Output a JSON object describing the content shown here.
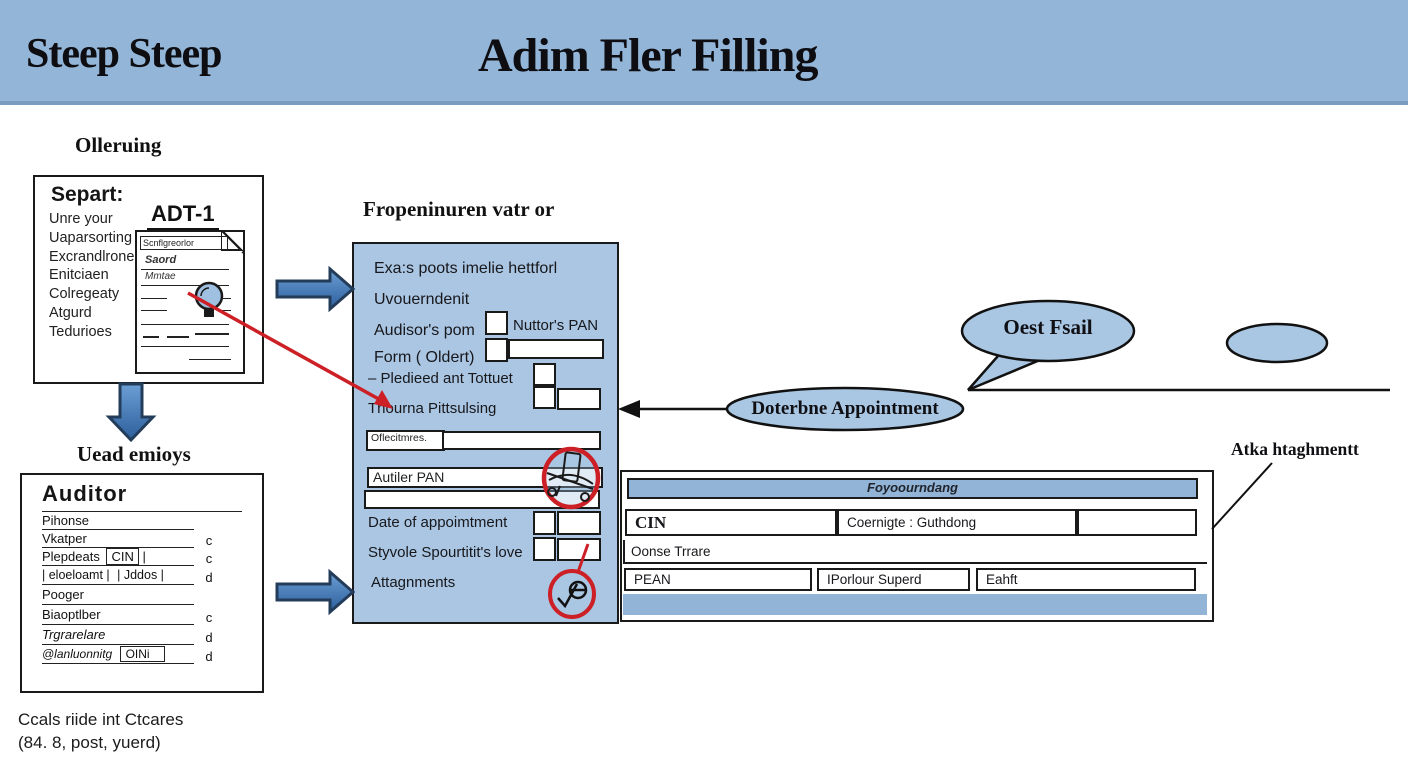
{
  "header": {
    "left_title": "Steep Steep",
    "main_title": "Adim Fler Filling"
  },
  "left_top": {
    "heading": "Olleruing",
    "box": {
      "title": "Separt:",
      "items": [
        "Unre your",
        "Uaparsorting",
        "Excrandlrone",
        "Enitciaen",
        "Colregeaty",
        "Atgurd",
        "Tedurioes"
      ],
      "doc_title": "ADT-1",
      "doc_label": "Scnflgreorlor",
      "doc_line1": "Saord",
      "doc_line2": "Mmtae"
    }
  },
  "form": {
    "heading": "Fropeninuren vatr or",
    "line1": "Exa:s poots imelie hettforl",
    "line2": "Uvouerndenit",
    "auditors_pom": "Audisor's pom",
    "nuttors_pan": "Nuttor's PAN",
    "form_oldert": "Form ( Oldert)",
    "pledieed": "– Pledieed ant Tottuet",
    "thourna": "Thourna Pittsulsing",
    "oflecitmres": "Oflecitmres.",
    "autiler_pan": "Autiler PAN",
    "date_of_appointment": "Date of appoimtment",
    "styvole": "Styvole Spourtitit's love",
    "attagnments": "Attagnments"
  },
  "left_bottom": {
    "heading": "Uead emioys",
    "box": {
      "title": "Auditor",
      "rows": [
        {
          "label": "Pihonse",
          "tag": ""
        },
        {
          "label": "Vkatper",
          "tag": "c"
        },
        {
          "label": "Plepdeats",
          "boxed": "CIN",
          "suffix": "|",
          "tag": "c"
        },
        {
          "label": "| eloeloamt |",
          "boxed2": "| Jddos |",
          "tag": "d"
        },
        {
          "label": "Pooger",
          "tag": ""
        },
        {
          "label": "Biaoptlber",
          "tag": "c"
        },
        {
          "label": "Trgrarelare",
          "tag": "d"
        },
        {
          "label": "@lanluonnitg",
          "boxed": "OINi",
          "tag": "d"
        }
      ]
    },
    "caption_line1": "Ccals riide int Ctcares",
    "caption_line2": "(84. 8, post, yuerd)"
  },
  "callouts": {
    "determine_appointment": "Doterbne Appointment",
    "oest_fsail": "Oest Fsail",
    "atka": "Atka htaghmentt"
  },
  "table": {
    "header": "Foyoourndang",
    "row1": [
      "CIN",
      "Coernigte : Guthdong",
      ""
    ],
    "row2": "Oonse Trrare",
    "row3": [
      "PEAN",
      "IPorlour Superd",
      "Eahft"
    ]
  },
  "colors": {
    "band_blue": "#93b5d7",
    "form_blue": "#aac6e2",
    "table_blue": "#92b4d6",
    "arrow_blue": "#3d74b2",
    "red": "#cc2026"
  }
}
